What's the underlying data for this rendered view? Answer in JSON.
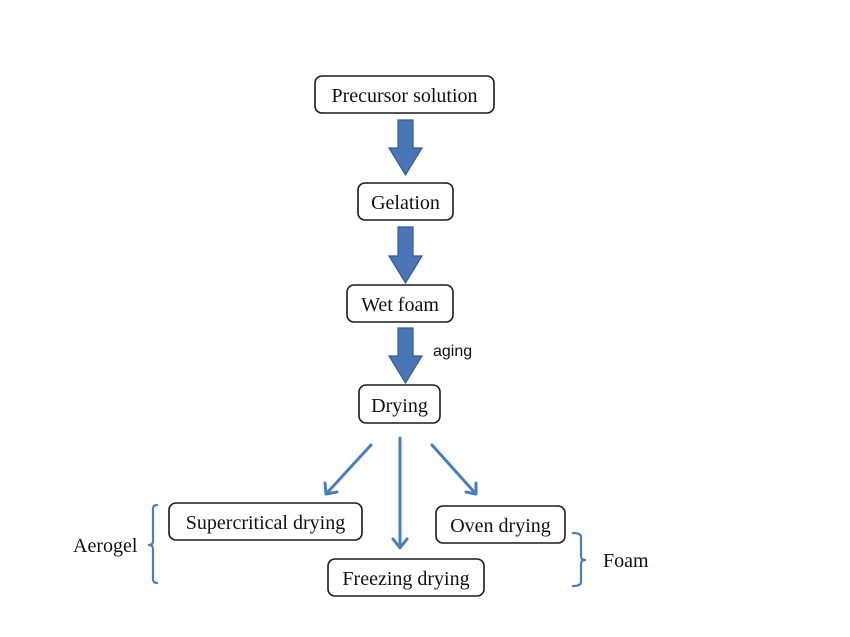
{
  "nodes": {
    "precursor": "Precursor solution",
    "gelation": "Gelation",
    "wet_foam": "Wet foam",
    "drying": "Drying",
    "supercritical": "Supercritical drying",
    "oven": "Oven drying",
    "freezing": "Freezing drying"
  },
  "edge_labels": {
    "aging": "aging"
  },
  "groups": {
    "aerogel": "Aerogel",
    "foam": "Foam"
  },
  "colors": {
    "arrow_fill": "#4a76b8",
    "line_color": "#4a7ebb",
    "box_border": "#1a1a1a"
  }
}
